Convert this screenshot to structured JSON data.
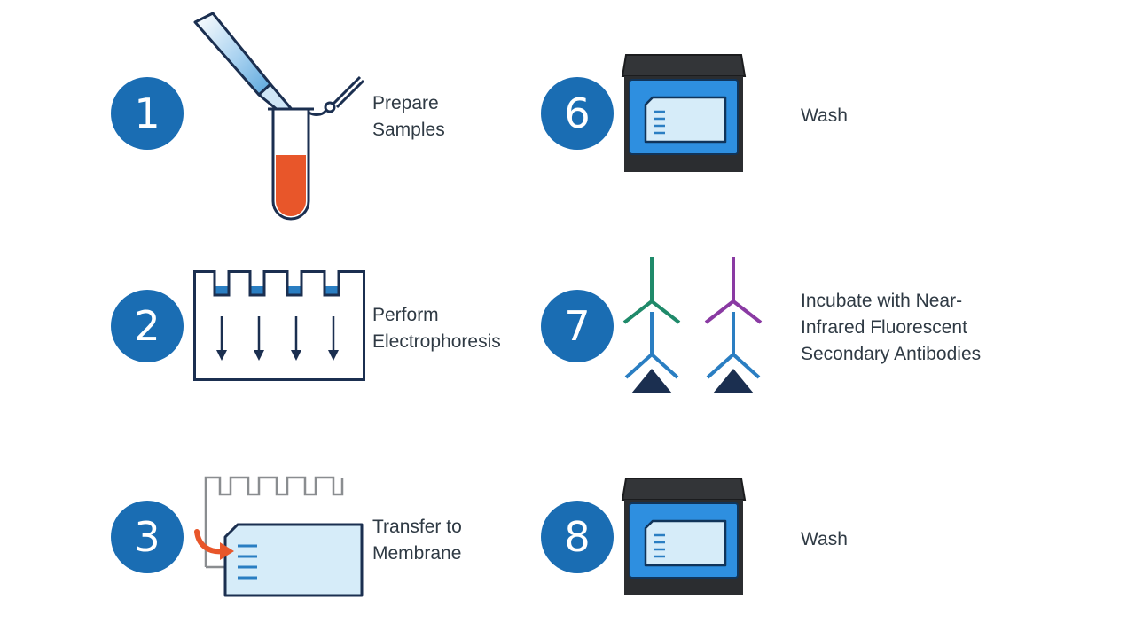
{
  "colors": {
    "circle": "#1a6db3",
    "navy": "#1b2f50",
    "blue": "#2a7ec2",
    "light_blue": "#d6ecf9",
    "orange": "#e8562a",
    "green": "#1f8a6a",
    "purple": "#8a3aa3",
    "dark_box": "#2b2d30",
    "tray_blue": "#2e8fe0"
  },
  "steps": [
    {
      "number": "1",
      "lines": [
        "Prepare",
        "Samples"
      ],
      "icon": "pipette-tube-icon"
    },
    {
      "number": "2",
      "lines": [
        "Perform",
        "Electrophoresis"
      ],
      "icon": "electrophoresis-gel-icon"
    },
    {
      "number": "3",
      "lines": [
        "Transfer to",
        "Membrane"
      ],
      "icon": "membrane-transfer-icon"
    },
    {
      "number": "6",
      "lines": [
        "Wash"
      ],
      "icon": "wash-tray-icon"
    },
    {
      "number": "7",
      "lines": [
        "Incubate with Near-",
        "Infrared Fluorescent",
        "Secondary Antibodies"
      ],
      "icon": "antibodies-icon"
    },
    {
      "number": "8",
      "lines": [
        "Wash"
      ],
      "icon": "wash-tray-icon"
    }
  ]
}
